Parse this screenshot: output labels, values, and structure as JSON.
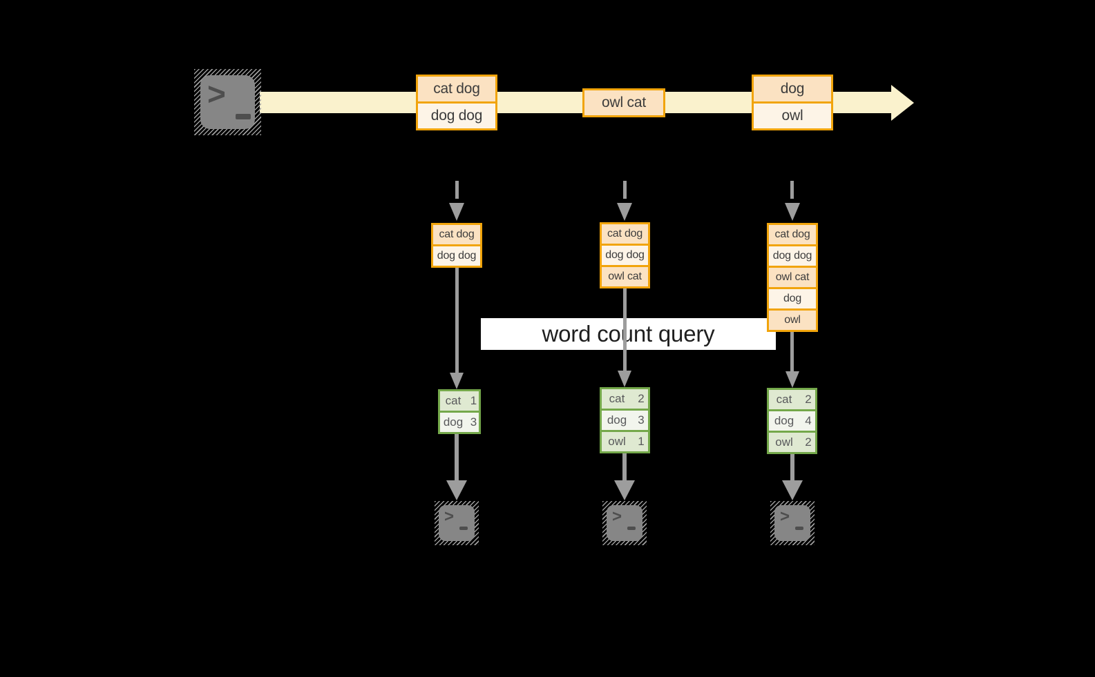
{
  "query_label": "word count query",
  "icons": {
    "prompt": ">"
  },
  "colors": {
    "background": "#000000",
    "gold": "#F1A40B",
    "peach_dark": "#FBE2C2",
    "peach_light": "#FDF4E7",
    "band": "#FAF2CD",
    "green": "#74A84A",
    "green_dark": "#DFE9D1",
    "green_light": "#F2F5ED",
    "arrow_gray": "#9D9D9D",
    "query_bg": "#FFFFFF",
    "text_dark": "#3C3C3C",
    "table_text": "#58595B",
    "terminal_fill": "#868686",
    "terminal_hatch": "#9E9E9E",
    "terminal_glyph": "#4E4E4E"
  },
  "stream": {
    "events": [
      {
        "cells": [
          "cat dog",
          "dog dog"
        ]
      },
      {
        "cells": [
          "owl cat"
        ]
      },
      {
        "cells": [
          "dog",
          "owl"
        ]
      }
    ]
  },
  "columns": [
    {
      "state": [
        "cat dog",
        "dog dog"
      ],
      "counts": [
        {
          "word": "cat",
          "count": "1"
        },
        {
          "word": "dog",
          "count": "3"
        }
      ]
    },
    {
      "state": [
        "cat dog",
        "dog dog",
        "owl cat"
      ],
      "counts": [
        {
          "word": "cat",
          "count": "2"
        },
        {
          "word": "dog",
          "count": "3"
        },
        {
          "word": "owl",
          "count": "1"
        }
      ]
    },
    {
      "state": [
        "cat dog",
        "dog dog",
        "owl cat",
        "dog",
        "owl"
      ],
      "counts": [
        {
          "word": "cat",
          "count": "2"
        },
        {
          "word": "dog",
          "count": "4"
        },
        {
          "word": "owl",
          "count": "2"
        }
      ]
    }
  ]
}
